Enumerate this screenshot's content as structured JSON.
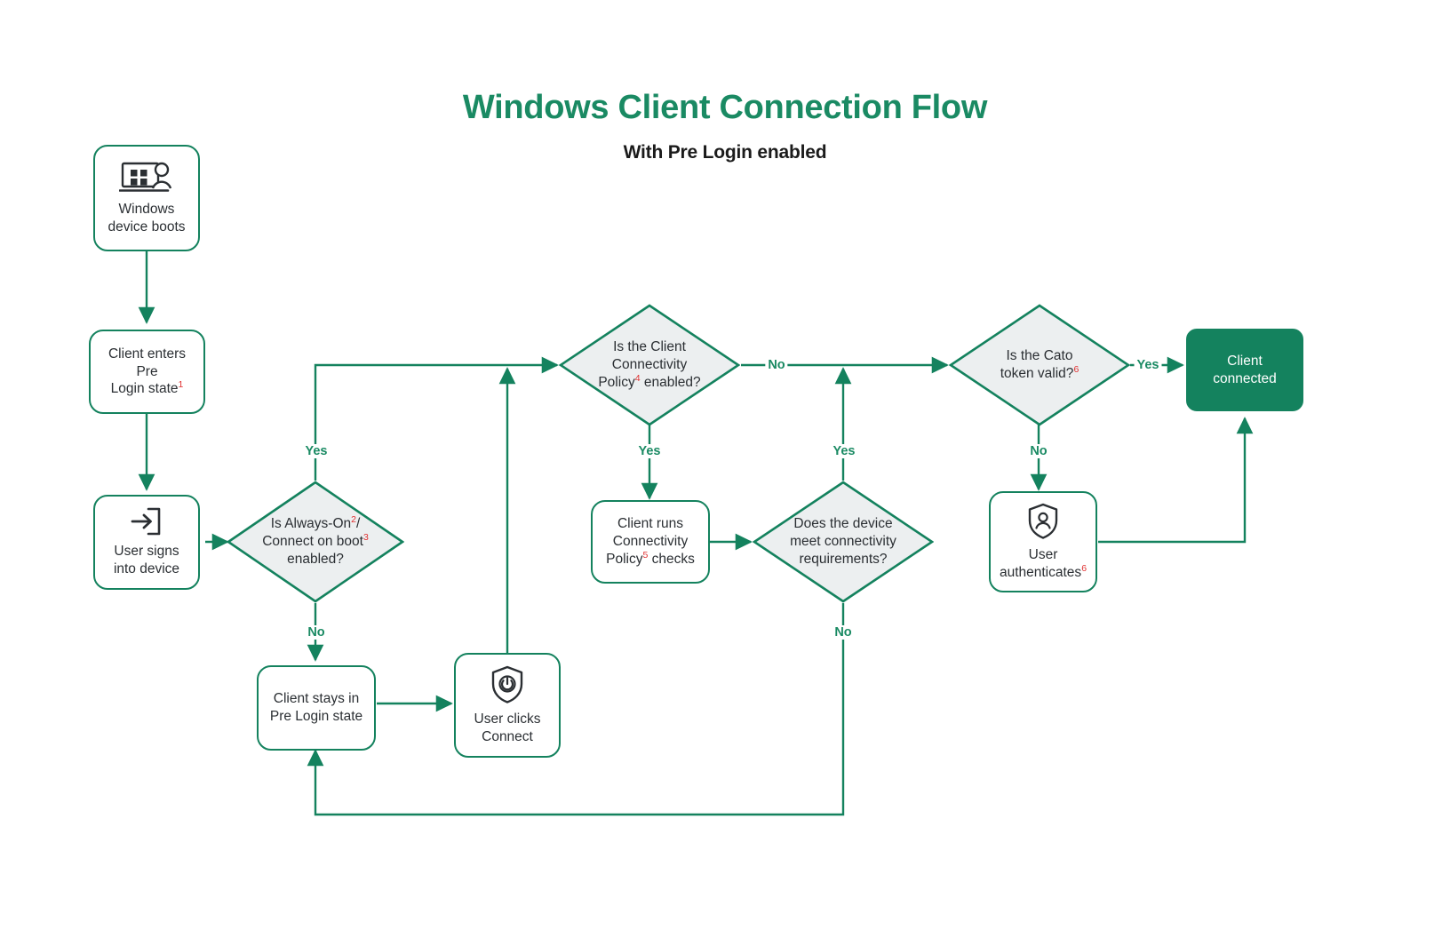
{
  "header": {
    "title": "Windows Client Connection Flow",
    "subtitle": "With Pre Login enabled"
  },
  "colors": {
    "accent_green": "#14825e",
    "title_green": "#1a8a63",
    "diamond_fill": "#eceff0",
    "ref_red": "#e03030",
    "node_text": "#2b2f33",
    "terminal_text": "#ffffff"
  },
  "nodes": {
    "windows_boots": {
      "label": "Windows\ndevice boots",
      "icon": "laptop-user-icon"
    },
    "pre_login": {
      "label_a": "Client enters Pre\nLogin state",
      "ref": "1"
    },
    "user_signs_in": {
      "label": "User signs\ninto device",
      "icon": "sign-in-icon"
    },
    "always_on": {
      "label_a": "Is Always-On",
      "ref_a": "2",
      "label_b": "/\nConnect on boot",
      "ref_b": "3",
      "label_c": "\nenabled?"
    },
    "stays_pre_login": {
      "label": "Client stays in\nPre Login state"
    },
    "user_clicks_connect": {
      "label": "User clicks\nConnect",
      "icon": "shield-power-icon"
    },
    "ccp_enabled": {
      "label_a": "Is the Client\nConnectivity\nPolicy",
      "ref": "4",
      "label_b": " enabled?"
    },
    "runs_checks": {
      "label_a": "Client runs\nConnectivity\nPolicy",
      "ref": "5",
      "label_b": " checks"
    },
    "device_meets": {
      "label": "Does the device\nmeet connectivity\nrequirements?"
    },
    "token_valid": {
      "label_a": "Is the Cato\ntoken valid?",
      "ref": "6"
    },
    "user_authenticates": {
      "label_a": "User\nauthenticates",
      "ref": "6",
      "icon": "shield-user-icon"
    },
    "client_connected": {
      "label": "Client\nconnected"
    }
  },
  "edge_labels": [
    {
      "id": "always-on-yes",
      "text": "Yes"
    },
    {
      "id": "always-on-no",
      "text": "No"
    },
    {
      "id": "ccp-yes",
      "text": "Yes"
    },
    {
      "id": "ccp-no",
      "text": "No"
    },
    {
      "id": "device-yes",
      "text": "Yes"
    },
    {
      "id": "device-no",
      "text": "No"
    },
    {
      "id": "token-yes",
      "text": "Yes"
    },
    {
      "id": "token-no",
      "text": "No"
    }
  ]
}
